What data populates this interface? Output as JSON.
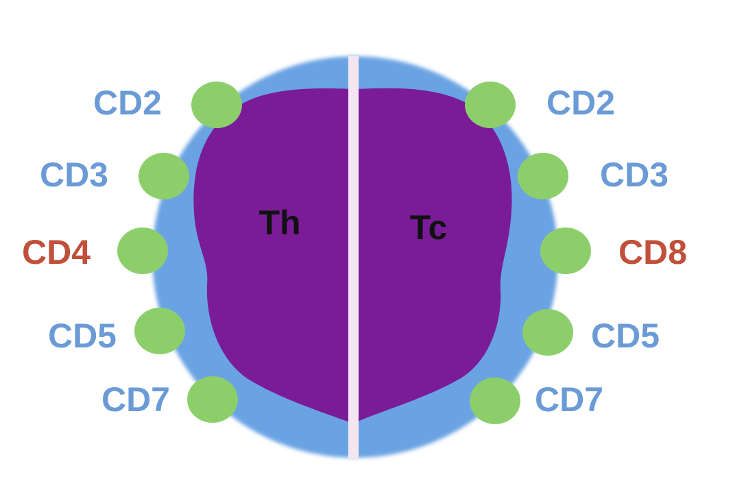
{
  "colors": {
    "membrane": "#6aa3e3",
    "cytoplasm": "#7a1c98",
    "divider": "#f3e6f0",
    "marker": "#8ccf6a",
    "marker_label": "#6b9bd6",
    "highlight_label": "#c0503a",
    "cell_label": "#111111"
  },
  "cells": {
    "left": {
      "label": "Th"
    },
    "right": {
      "label": "Tc"
    }
  },
  "markers": {
    "left": [
      {
        "label": "CD2",
        "highlight": false
      },
      {
        "label": "CD3",
        "highlight": false
      },
      {
        "label": "CD4",
        "highlight": true
      },
      {
        "label": "CD5",
        "highlight": false
      },
      {
        "label": "CD7",
        "highlight": false
      }
    ],
    "right": [
      {
        "label": "CD2",
        "highlight": false
      },
      {
        "label": "CD3",
        "highlight": false
      },
      {
        "label": "CD8",
        "highlight": true
      },
      {
        "label": "CD5",
        "highlight": false
      },
      {
        "label": "CD7",
        "highlight": false
      }
    ]
  }
}
